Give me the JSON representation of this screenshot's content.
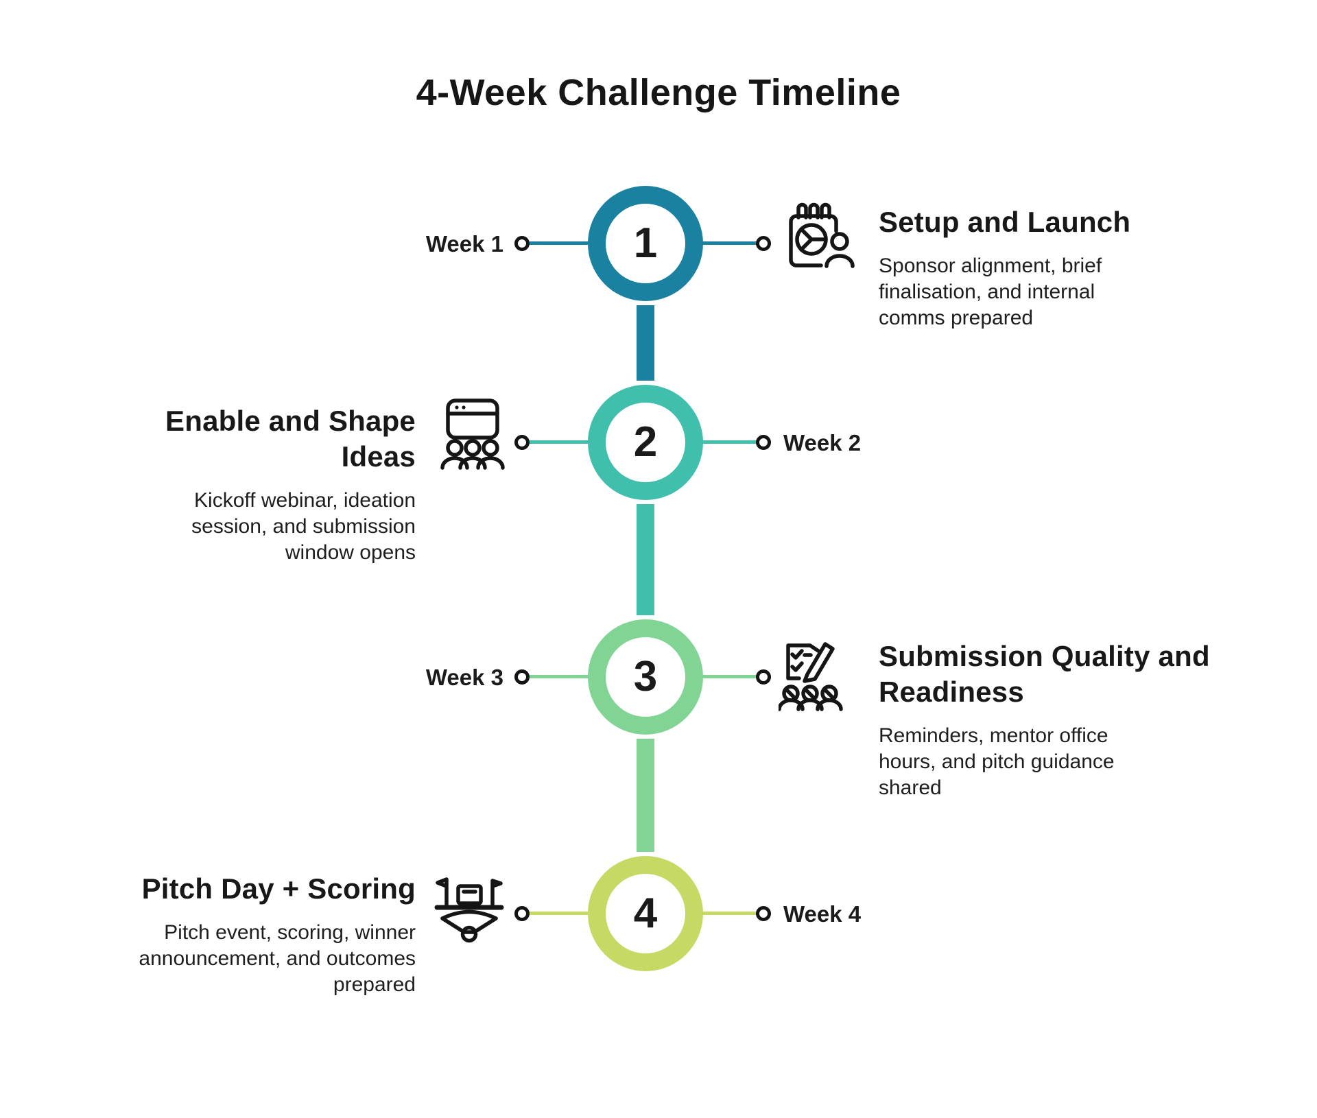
{
  "title": "4-Week Challenge Timeline",
  "colors": {
    "background": "#FFFFFF",
    "text": "#1B1B1B",
    "icon_stroke": "#151515",
    "node1": "#1A81A1",
    "node2": "#3FBFAC",
    "node3": "#82D494",
    "node4": "#C5D964"
  },
  "nodes": [
    {
      "number": "1",
      "week": "Week 1",
      "week_side": "left",
      "content_side": "right",
      "color": "#1A81A1",
      "icon": "calendar-pie-person",
      "heading_lines": [
        "Setup and Launch"
      ],
      "desc_lines": [
        "Sponsor alignment, brief",
        "finalisation, and internal",
        "comms prepared"
      ]
    },
    {
      "number": "2",
      "week": "Week 2",
      "week_side": "right",
      "content_side": "left",
      "color": "#3FBFAC",
      "icon": "webinar-browser-audience",
      "heading_lines": [
        "Enable and Shape",
        "Ideas"
      ],
      "desc_lines": [
        "Kickoff webinar, ideation",
        "session, and submission",
        "window opens"
      ]
    },
    {
      "number": "3",
      "week": "Week 3",
      "week_side": "left",
      "content_side": "right",
      "color": "#82D494",
      "icon": "checklist-pencil-audience",
      "heading_lines": [
        "Submission Quality and",
        "Readiness"
      ],
      "desc_lines": [
        "Reminders, mentor office",
        "hours, and pitch guidance",
        "shared"
      ]
    },
    {
      "number": "4",
      "week": "Week 4",
      "week_side": "right",
      "content_side": "left",
      "color": "#C5D964",
      "icon": "scoreboard-flags-pitch",
      "heading_lines": [
        "Pitch Day + Scoring"
      ],
      "desc_lines": [
        "Pitch event, scoring, winner",
        "announcement, and outcomes",
        "prepared"
      ]
    }
  ]
}
